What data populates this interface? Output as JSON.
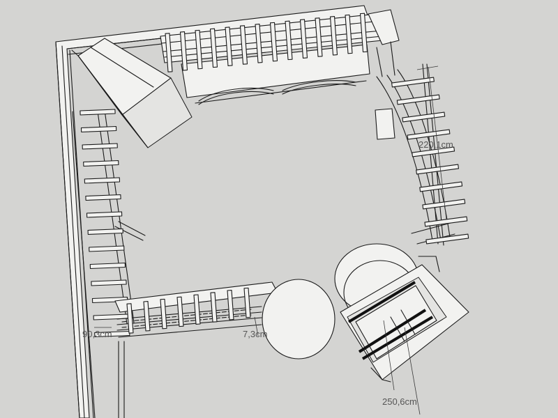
{
  "dimensions": {
    "right_edge": "220,1cm",
    "left_bottom": "90,3cm",
    "middle_gap": "7,3cm",
    "bottom_right": "250,6cm"
  }
}
